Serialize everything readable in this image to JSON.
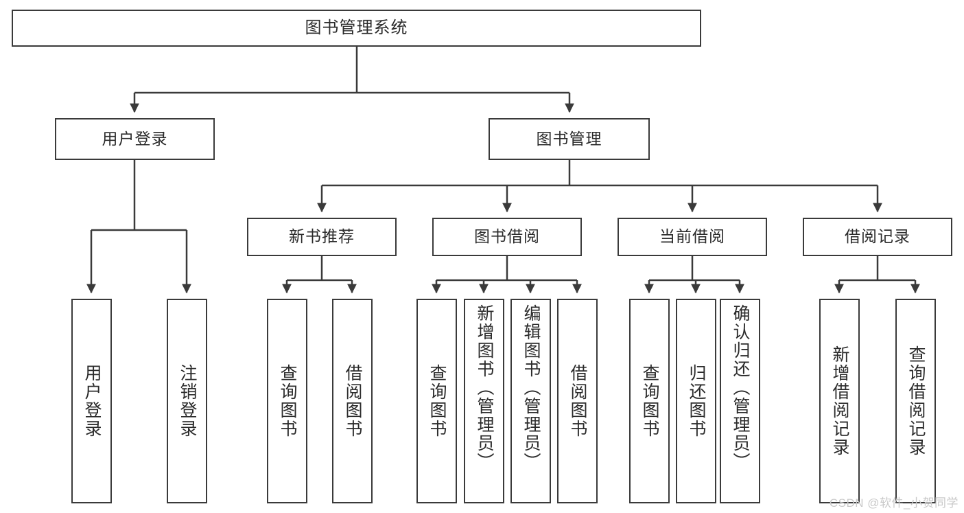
{
  "diagram": {
    "title": "图书管理系统",
    "watermark": "CSDN @软件_小贺同学",
    "levels": {
      "root": "图书管理系统",
      "level1": [
        "用户登录",
        "图书管理"
      ],
      "level2": [
        "新书推荐",
        "图书借阅",
        "当前借阅",
        "借阅记录"
      ]
    },
    "nodes": {
      "root": {
        "label": "图书管理系统"
      },
      "user_login": {
        "label": "用户登录"
      },
      "book_manage": {
        "label": "图书管理"
      },
      "new_book_rec": {
        "label": "新书推荐"
      },
      "book_borrow": {
        "label": "图书借阅"
      },
      "current_borrow": {
        "label": "当前借阅"
      },
      "borrow_record": {
        "label": "借阅记录"
      },
      "leaf_user_login": {
        "label": "用户登录"
      },
      "leaf_logout": {
        "label": "注销登录"
      },
      "leaf_query_book_1": {
        "label": "查询图书"
      },
      "leaf_borrow_book_1": {
        "label": "借阅图书"
      },
      "leaf_query_book_2": {
        "label": "查询图书"
      },
      "leaf_add_book": {
        "label": "新增图书（管理员）"
      },
      "leaf_edit_book": {
        "label": "编辑图书（管理员）"
      },
      "leaf_borrow_book_2": {
        "label": "借阅图书"
      },
      "leaf_query_book_3": {
        "label": "查询图书"
      },
      "leaf_return_book": {
        "label": "归还图书"
      },
      "leaf_confirm_return": {
        "label": "确认归还（管理员）"
      },
      "leaf_add_record": {
        "label": "新增借阅记录"
      },
      "leaf_query_record": {
        "label": "查询借阅记录"
      }
    },
    "colors": {
      "stroke": "#3a3a3a",
      "text": "#2b2b2b",
      "background": "#ffffff",
      "watermark": "#c9c9c9"
    }
  }
}
